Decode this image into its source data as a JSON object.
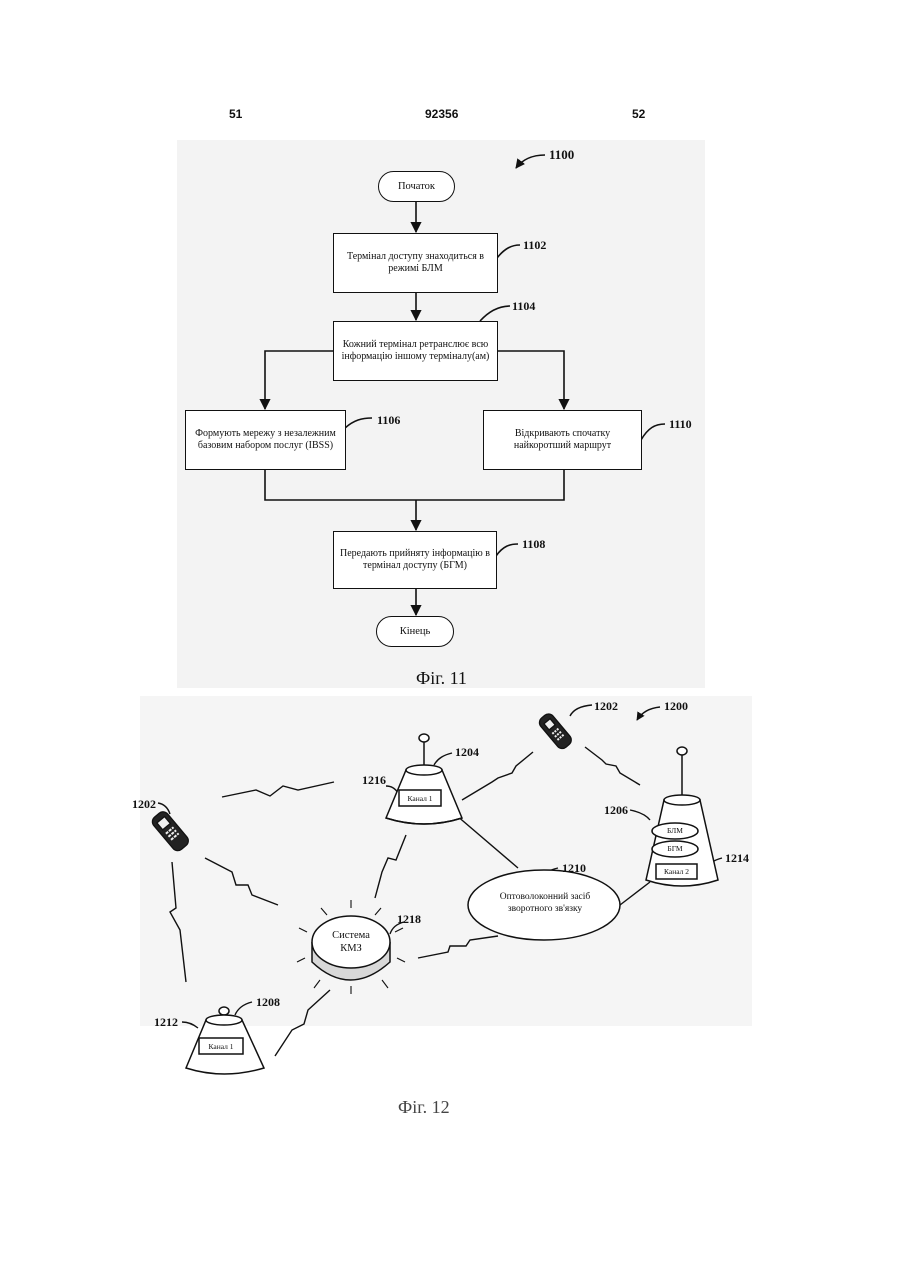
{
  "header": {
    "left": "51",
    "center": "92356",
    "right": "52"
  },
  "fig11": {
    "ref_main": "1100",
    "start": "Початок",
    "box_1102": "Термінал доступу знаходиться в режимі БЛМ",
    "ref_1102": "1102",
    "box_1104": "Кожний термінал ретранслює всю інформацію іншому терміналу(ам)",
    "ref_1104": "1104",
    "box_1106": "Формують мережу з незалежним базовим набором послуг (IBSS)",
    "ref_1106": "1106",
    "box_1110": "Відкривають спочатку найкоротший маршрут",
    "ref_1110": "1110",
    "box_1108": "Передають прийняту інформацію в термінал доступу (БГМ)",
    "ref_1108": "1108",
    "end": "Кінець",
    "caption": "Фіг. 11"
  },
  "fig12": {
    "ref_main": "1200",
    "ref_phone_right": "1202",
    "ref_phone_left": "1202",
    "ref_1204": "1204",
    "ref_1216": "1216",
    "channel_1204": "Канал 1",
    "ref_1206": "1206",
    "ref_1214": "1214",
    "label_blm": "БЛМ",
    "label_bgm": "БГМ",
    "channel_1206": "Канал 2",
    "ref_1210": "1210",
    "fiber_label": "Оптоволоконний засіб зворотного зв'язку",
    "ref_1218": "1218",
    "kmz_label": "Система КМЗ",
    "ref_1208": "1208",
    "ref_1212": "1212",
    "channel_1208": "Канал 1",
    "caption": "Фіг. 12"
  }
}
